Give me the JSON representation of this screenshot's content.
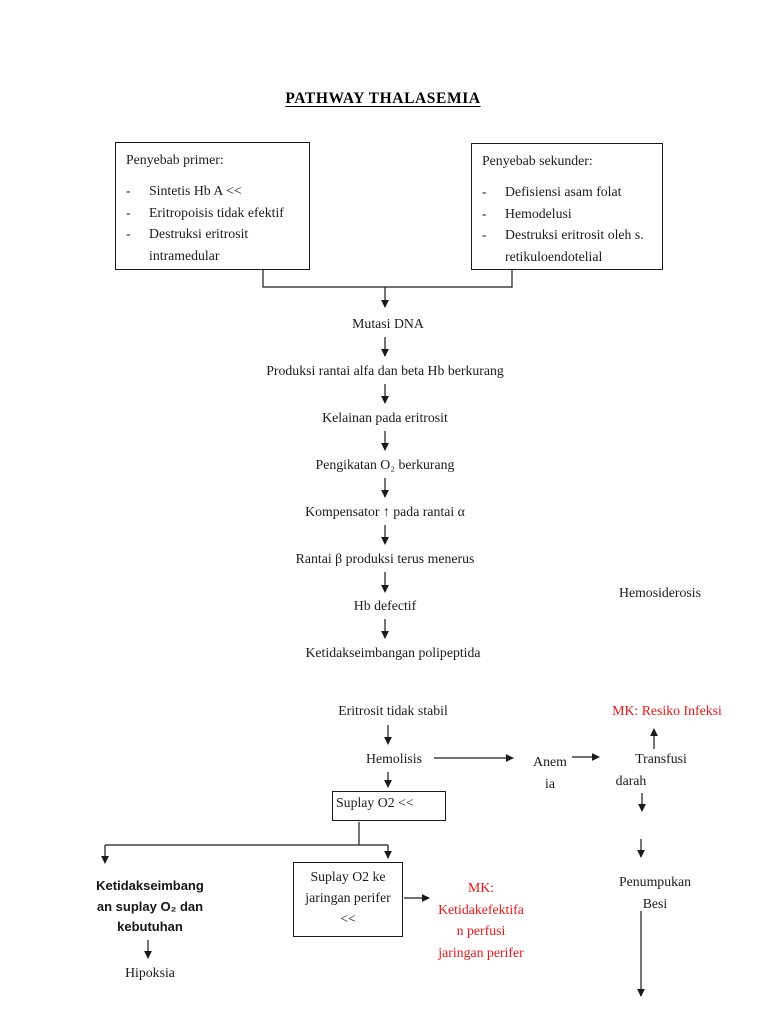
{
  "title": "PATHWAY THALASEMIA",
  "bullet": "-",
  "colors": {
    "red": "#e81616",
    "ink": "#1b1b1b"
  },
  "causes": {
    "primer": {
      "title": "Penyebab primer:",
      "items": [
        "Sintetis Hb A <<",
        "Eritropoisis tidak efektif",
        "Destruksi eritrosit intramedular"
      ]
    },
    "sekunder": {
      "title": "Penyebab sekunder:",
      "items": [
        "Defisiensi asam folat",
        "Hemodelusi",
        "Destruksi eritrosit oleh s. retikuloendotelial"
      ]
    }
  },
  "flow": {
    "mutasi_dna": "Mutasi DNA",
    "produksi_rantai": "Produksi rantai alfa dan beta Hb berkurang",
    "kelainan_eritrosit": "Kelainan pada eritrosit",
    "pengikatan_o2": "Pengikatan O₂ berkurang",
    "kompensator": "Kompensator ↑ pada rantai α",
    "rantai_beta": "Rantai β produksi terus menerus",
    "hb_defectif": "Hb defectif",
    "hemosiderosis": "Hemosiderosis",
    "ketidakseimbangan_polipeptida": "Ketidakseimbangan polipeptida",
    "eritrosit_tidak_stabil": "Eritrosit tidak stabil",
    "mk_resiko_infeksi": "MK: Resiko Infeksi",
    "hemolisis": "Hemolisis",
    "anemia": "Anem\nia",
    "transfusi": "Transfusi",
    "darah": "darah",
    "suplay_o2": "Suplay O2 <<",
    "suplay_o2_perifer": "Suplay O2 ke\njaringan perifer\n<<",
    "ketidakseimbangan_suplay": "Ketidakseimbang\nan suplay O₂ dan\nkebutuhan",
    "hipoksia": "Hipoksia",
    "mk_perfusi": "MK:\nKetidakefektifa\nn perfusi\njaringan perifer",
    "penumpukan_besi": "Penumpukan\nBesi"
  }
}
